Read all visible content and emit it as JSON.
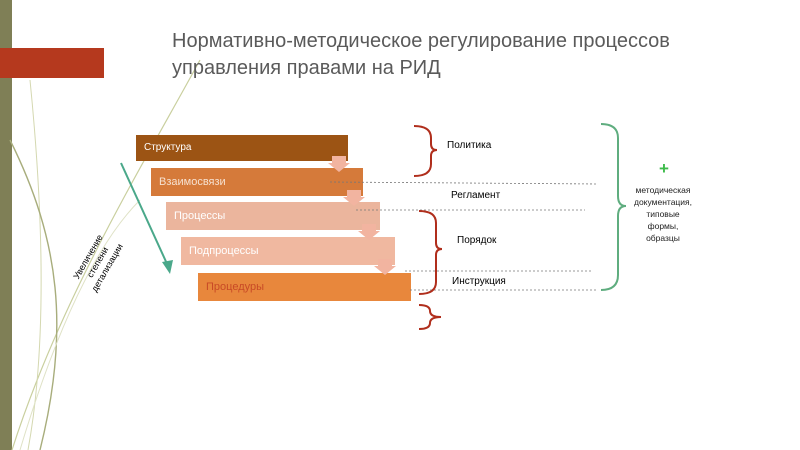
{
  "title": {
    "line1": "Нормативно-методическое регулирование процессов",
    "line2": "управления правами на РИД"
  },
  "steps": [
    {
      "label": "Структура"
    },
    {
      "label": "Взаимосвязи"
    },
    {
      "label": "Процессы"
    },
    {
      "label": "Подпроцессы"
    },
    {
      "label": "Процедуры"
    }
  ],
  "levels": [
    {
      "label": "Политика"
    },
    {
      "label": "Регламент"
    },
    {
      "label": "Порядок"
    },
    {
      "label": "Инструкция"
    }
  ],
  "side_note": {
    "plus": "+",
    "lines": [
      "методическая",
      "документация,",
      "типовые",
      "формы,",
      "образцы"
    ]
  },
  "detail_axis": {
    "lines": [
      "Увеличение",
      "степени",
      "детализации"
    ]
  },
  "colors": {
    "accent_red": "#b5391e",
    "stripe": "#7f7f56",
    "bracket_red": "#b02e1c",
    "bracket_green": "#5fad7f",
    "arrow_green": "#4aa88a"
  }
}
